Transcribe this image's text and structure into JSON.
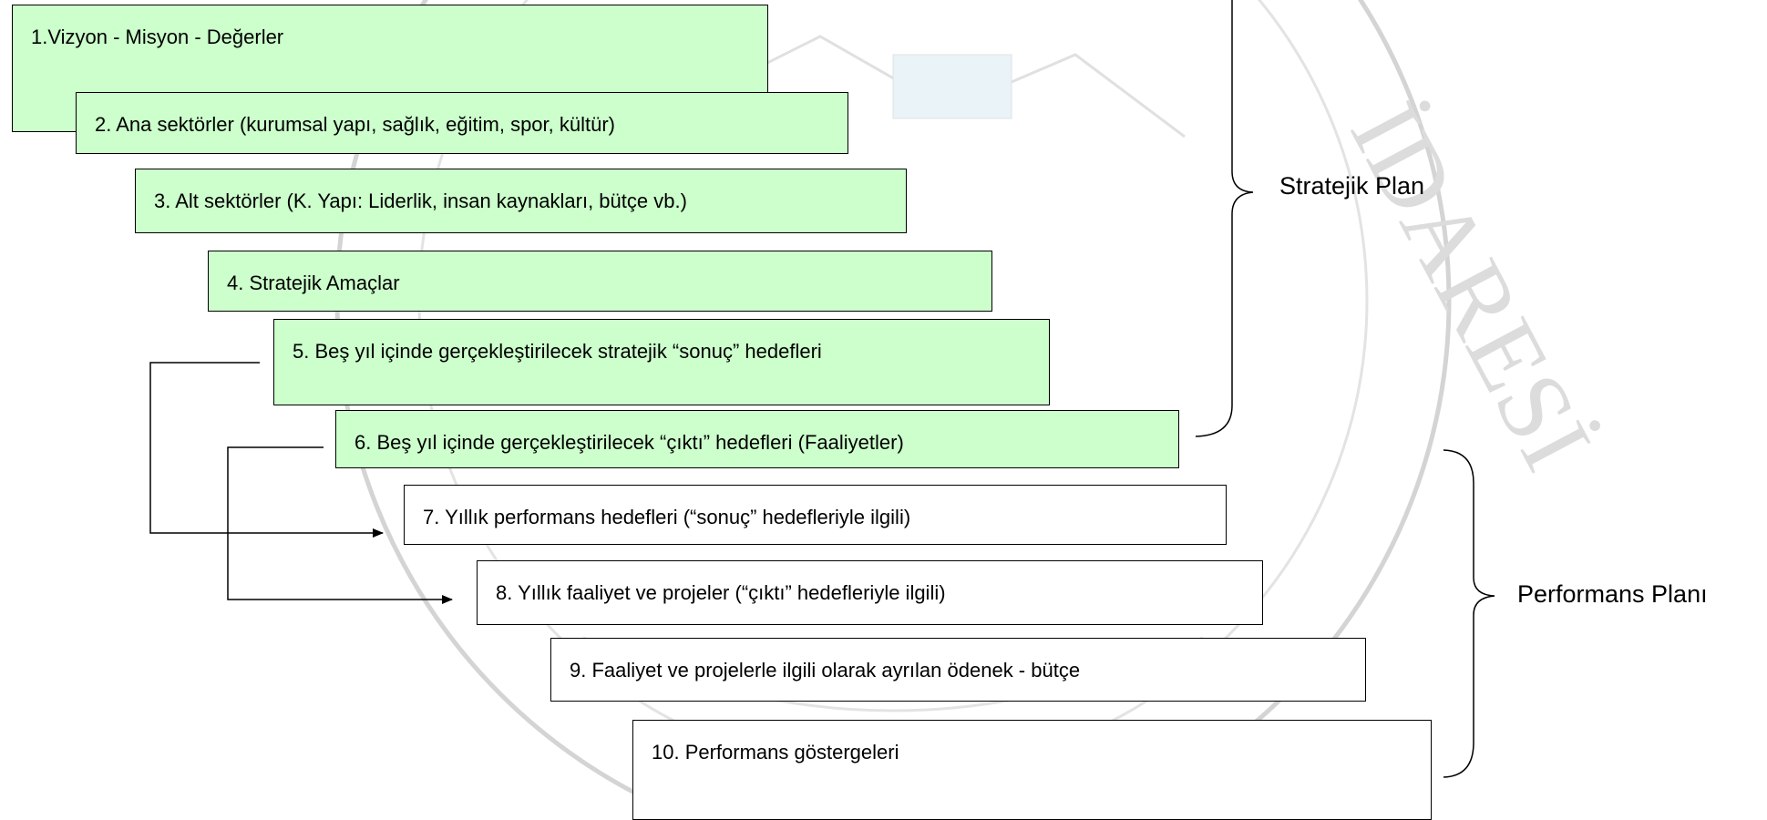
{
  "steps": [
    {
      "label": "1.Vizyon - Misyon - Değerler",
      "fill": "#ccffcc"
    },
    {
      "label": "2. Ana sektörler  (kurumsal yapı, sağlık, eğitim, spor, kültür)",
      "fill": "#ccffcc"
    },
    {
      "label": "3. Alt sektörler  (K. Yapı: Liderlik, insan kaynakları, bütçe vb.)",
      "fill": "#ccffcc"
    },
    {
      "label": "4. Stratejik Amaçlar",
      "fill": "#ccffcc"
    },
    {
      "label": "5. Beş yıl içinde gerçekleştirilecek stratejik “sonuç” hedefleri",
      "fill": "#ccffcc"
    },
    {
      "label": "6. Beş yıl içinde gerçekleştirilecek “çıktı” hedefleri (Faaliyetler)",
      "fill": "#ccffcc"
    },
    {
      "label": "7. Yıllık performans hedefleri (“sonuç” hedefleriyle ilgili)",
      "fill": "#ffffff"
    },
    {
      "label": "8. Yıllık faaliyet ve projeler (“çıktı” hedefleriyle ilgili)",
      "fill": "#ffffff"
    },
    {
      "label": "9. Faaliyet ve projelerle ilgili olarak ayrılan ödenek - bütçe",
      "fill": "#ffffff"
    },
    {
      "label": "10. Performans göstergeleri",
      "fill": "#ffffff"
    }
  ],
  "groups": {
    "strategic_plan": "Stratejik Plan",
    "performance_plan": "Performans Planı"
  },
  "colors": {
    "green_fill": "#ccffcc",
    "watermark": "#c8c8c8"
  }
}
